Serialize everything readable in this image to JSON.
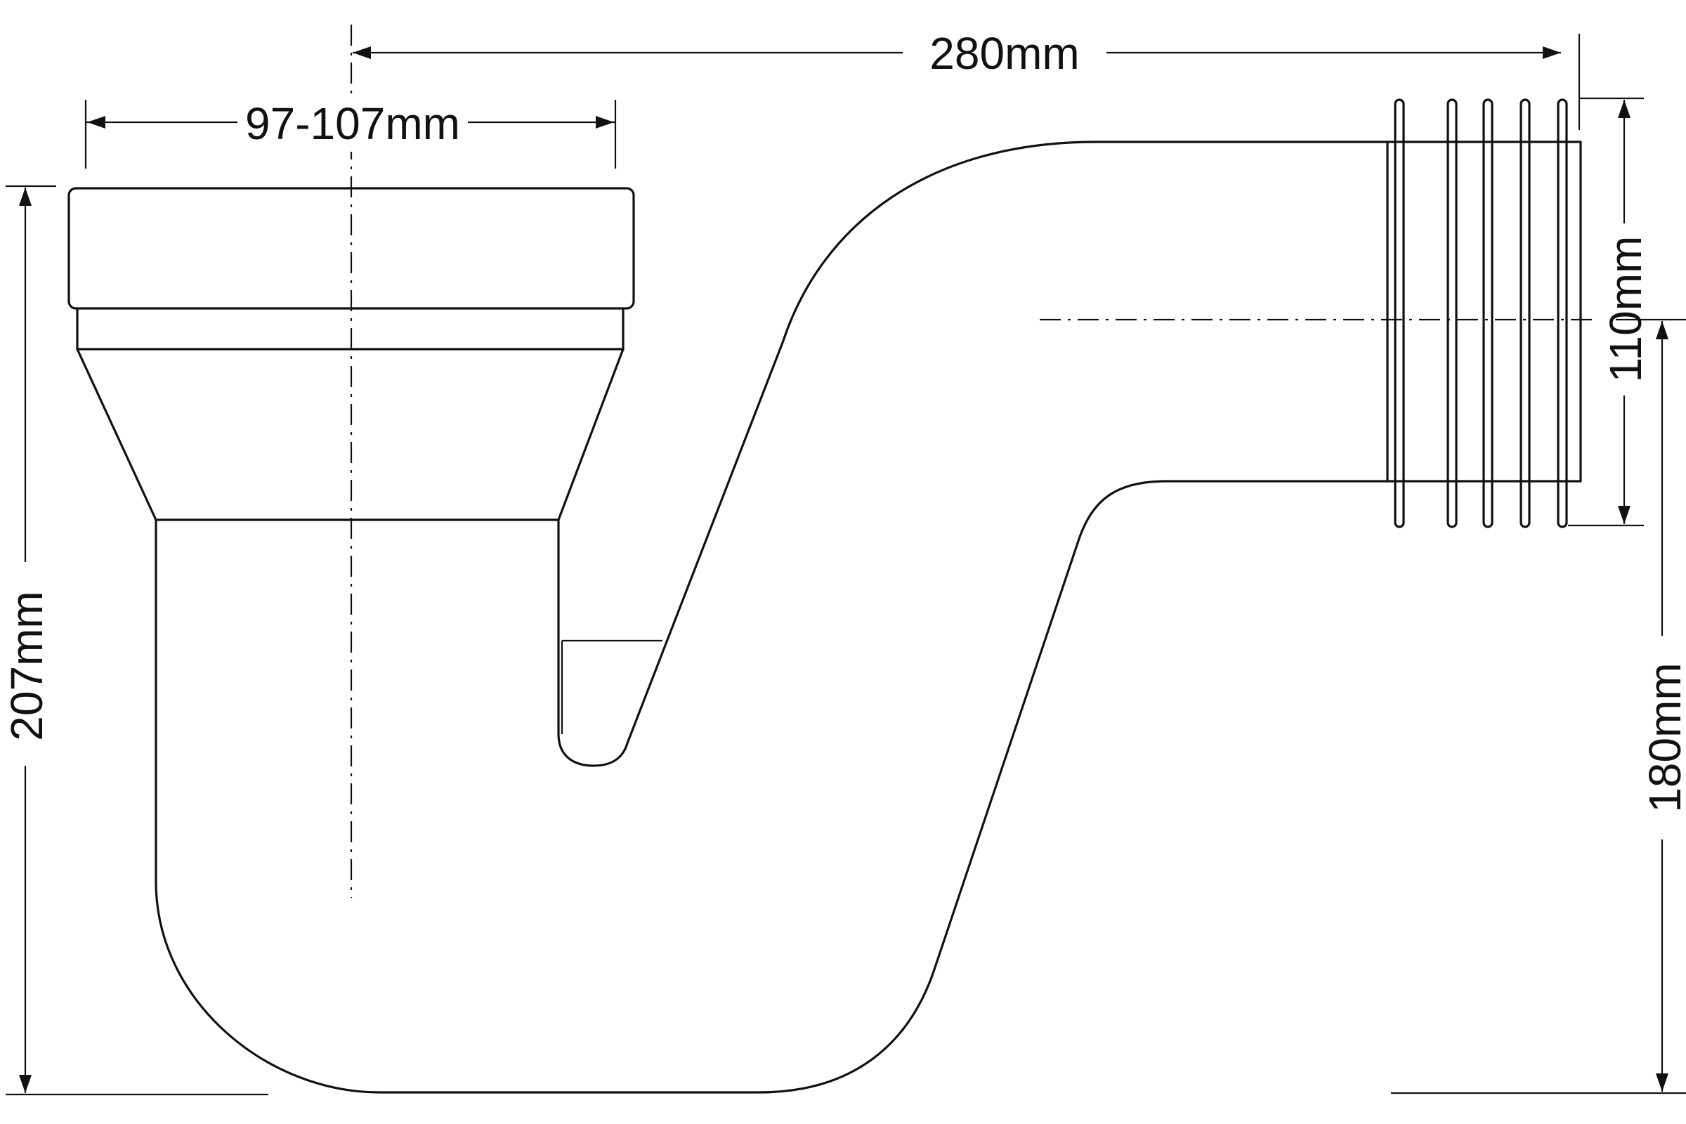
{
  "dimensions": {
    "width_label": "280mm",
    "inlet_label": "97-107mm",
    "outlet_label": "110mm",
    "height_label": "207mm",
    "outlet_height_label": "180mm"
  },
  "colors": {
    "line": "#111111",
    "background": "#ffffff"
  }
}
